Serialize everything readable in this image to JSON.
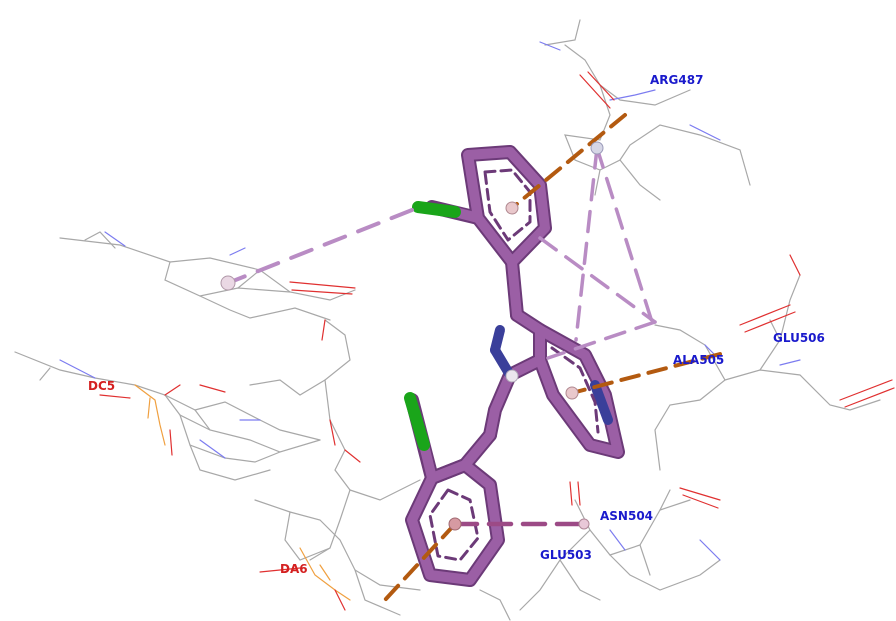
{
  "labels": {
    "arg487": "ARG487",
    "glu506": "GLU506",
    "ala505": "ALA505",
    "asn504": "ASN504",
    "glu503": "GLU503",
    "dc5": "DC5",
    "da6": "DA6"
  },
  "colors": {
    "background": "#ffffff",
    "ligand_carbon": "#9b5fa5",
    "ligand_nitrogen": "#3a3f9a",
    "ligand_chlorine": "#1aa51a",
    "pi_alkyl_contact": "#b98cc4",
    "pi_cation_contact": "#b35a10",
    "pi_pi_contact": "#9c4a86",
    "protein_residue_label": "#1a1acc",
    "dna_residue_label": "#d42020",
    "receptor_carbon": "#a0a0a0",
    "receptor_oxygen": "#e03030",
    "receptor_nitrogen": "#7070e0",
    "receptor_phosphorus": "#f0a040"
  }
}
